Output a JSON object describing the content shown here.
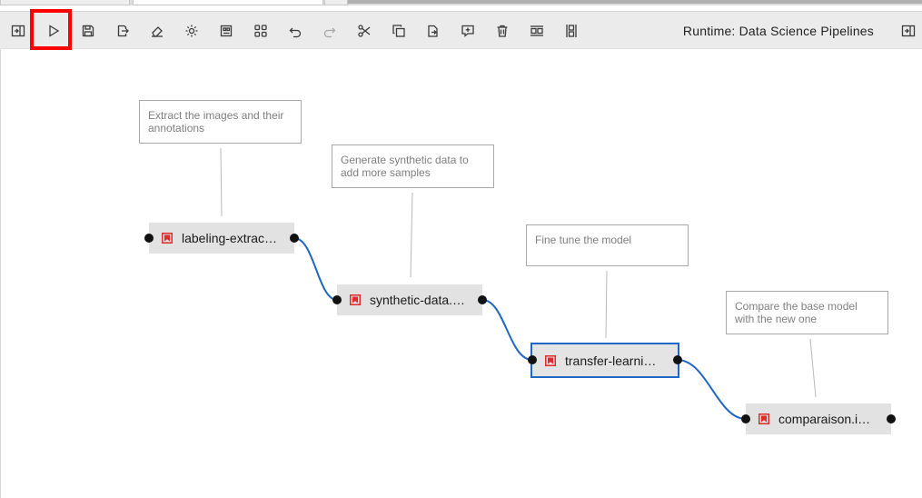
{
  "runtime_label": "Runtime: Data Science Pipelines",
  "toolbar": {
    "buttons": [
      {
        "name": "toggle-palette-button",
        "icon": "panel-open-icon"
      },
      {
        "name": "run-pipeline-button",
        "icon": "play-icon"
      },
      {
        "name": "save-pipeline-button",
        "icon": "save-icon"
      },
      {
        "name": "export-pipeline-button",
        "icon": "export-icon"
      },
      {
        "name": "clear-pipeline-button",
        "icon": "eraser-icon"
      },
      {
        "name": "open-runtimes-button",
        "icon": "gear-icon"
      },
      {
        "name": "open-runtime-images-button",
        "icon": "images-icon"
      },
      {
        "name": "open-component-catalogs-button",
        "icon": "catalog-icon"
      },
      {
        "name": "undo-button",
        "icon": "undo-icon"
      },
      {
        "name": "redo-button",
        "icon": "redo-icon"
      },
      {
        "name": "cut-button",
        "icon": "scissors-icon"
      },
      {
        "name": "copy-button",
        "icon": "copy-icon"
      },
      {
        "name": "paste-button",
        "icon": "paste-icon"
      },
      {
        "name": "add-comment-button",
        "icon": "comment-icon"
      },
      {
        "name": "delete-button",
        "icon": "trash-icon"
      },
      {
        "name": "arrange-horizontally-button",
        "icon": "arrange-horizontal-icon"
      },
      {
        "name": "arrange-vertically-button",
        "icon": "arrange-vertical-icon"
      },
      {
        "name": "toggle-properties-button",
        "icon": "panel-close-icon"
      }
    ]
  },
  "comments": [
    {
      "text": "Extract the images and their annotations"
    },
    {
      "text": "Generate synthetic data to add more samples"
    },
    {
      "text": "Fine tune the model"
    },
    {
      "text": "Compare the base model with the new one"
    }
  ],
  "nodes": [
    {
      "label": "labeling-extraction.ipynb",
      "display": "labeling-extrac…",
      "icon": "notebook-icon",
      "selected": false
    },
    {
      "label": "synthetic-data.ipynb",
      "display": "synthetic-data.…",
      "icon": "notebook-icon",
      "selected": false
    },
    {
      "label": "transfer-learning.ipynb",
      "display": "transfer-learni…",
      "icon": "notebook-icon",
      "selected": true
    },
    {
      "label": "comparaison.ipynb",
      "display": "comparaison.i…",
      "icon": "notebook-icon",
      "selected": false
    }
  ],
  "colors": {
    "node_icon": "#e02b2b",
    "link": "#1f67c4",
    "selection": "#1f67c4",
    "highlight": "#ff0000"
  }
}
